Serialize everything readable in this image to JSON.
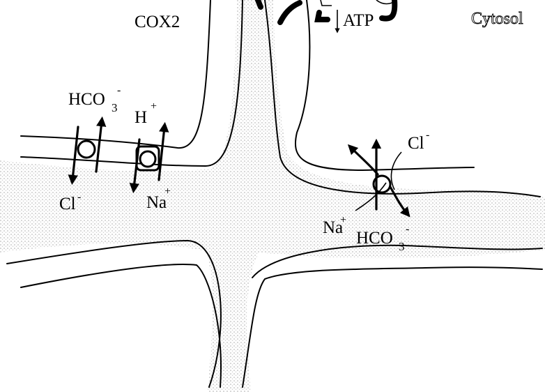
{
  "labels": {
    "cox2": "COX2",
    "atp": "ATP",
    "cytosol": "Cytosol",
    "hco3_top_base": "HCO",
    "hco3_top_sub": "3",
    "hco3_top_sup": "-",
    "h_plus_base": "H",
    "h_plus_sup": "+",
    "cl_left_base": "Cl",
    "cl_left_sup": "-",
    "na_left_base": "Na",
    "na_left_sup": "+",
    "cl_right_base": "Cl",
    "cl_right_sup": "-",
    "na_right_base": "Na",
    "na_right_sup": "+",
    "hco3_bottom_base": "HCO",
    "hco3_bottom_sub": "3",
    "hco3_bottom_sup": "-"
  },
  "colors": {
    "ink": "#000000",
    "stipple": "#b9b9b9",
    "background": "#ffffff"
  },
  "icons": [
    "cl-hco3-exchanger-icon",
    "na-h-exchanger-icon",
    "na-hco3-cl-exchanger-icon",
    "down-arrow-icon"
  ]
}
